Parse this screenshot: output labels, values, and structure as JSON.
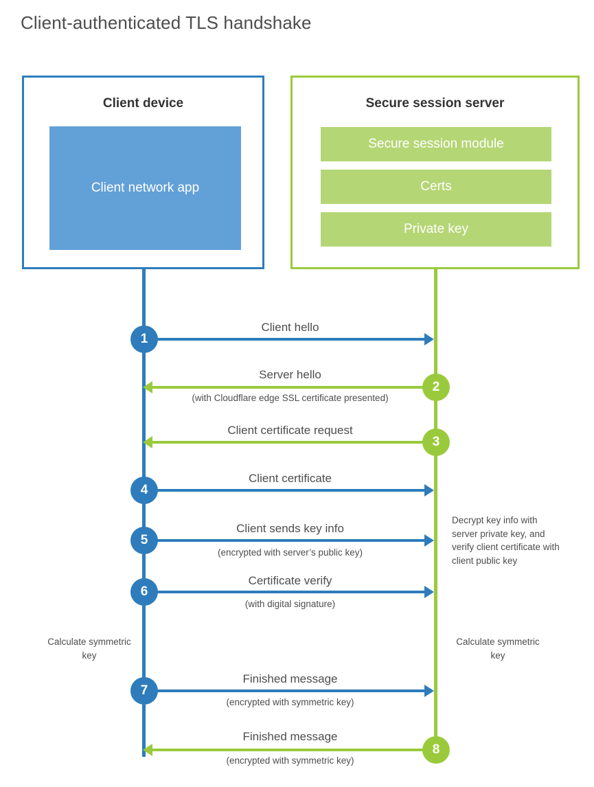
{
  "title": "Client-authenticated TLS handshake",
  "colors": {
    "blue_border": "#2E7CBC",
    "blue_fill": "#62A0D8",
    "green_border": "#9ACA3C",
    "green_fill": "#B5D675",
    "text": "#4d4d4d"
  },
  "parties": {
    "client": {
      "title": "Client device",
      "app_label": "Client network app"
    },
    "server": {
      "title": "Secure session server",
      "blocks": [
        "Secure session module",
        "Certs",
        "Private key"
      ]
    }
  },
  "steps": [
    {
      "number": "1",
      "label": "Client hello",
      "sub": "",
      "direction": "client-to-server",
      "color": "blue"
    },
    {
      "number": "2",
      "label": "Server hello",
      "sub": "(with Cloudflare edge SSL certificate presented)",
      "direction": "server-to-client",
      "color": "green"
    },
    {
      "number": "3",
      "label": "Client certificate request",
      "sub": "",
      "direction": "server-to-client",
      "color": "green"
    },
    {
      "number": "4",
      "label": "Client certificate",
      "sub": "",
      "direction": "client-to-server",
      "color": "blue"
    },
    {
      "number": "5",
      "label": "Client sends key info",
      "sub": "(encrypted with server’s public key)",
      "direction": "client-to-server",
      "color": "blue"
    },
    {
      "number": "6",
      "label": "Certificate verify",
      "sub": "(with digital signature)",
      "direction": "client-to-server",
      "color": "blue"
    },
    {
      "number": "7",
      "label": "Finished message",
      "sub": "(encrypted with symmetric key)",
      "direction": "client-to-server",
      "color": "blue"
    },
    {
      "number": "8",
      "label": "Finished message",
      "sub": "(encrypted with symmetric key)",
      "direction": "server-to-client",
      "color": "green"
    }
  ],
  "notes": {
    "server_decrypt": "Decrypt key info with server private key, and verify client certificate with client public key",
    "client_calc": "Calculate symmetric key",
    "server_calc": "Calculate symmetric key"
  }
}
